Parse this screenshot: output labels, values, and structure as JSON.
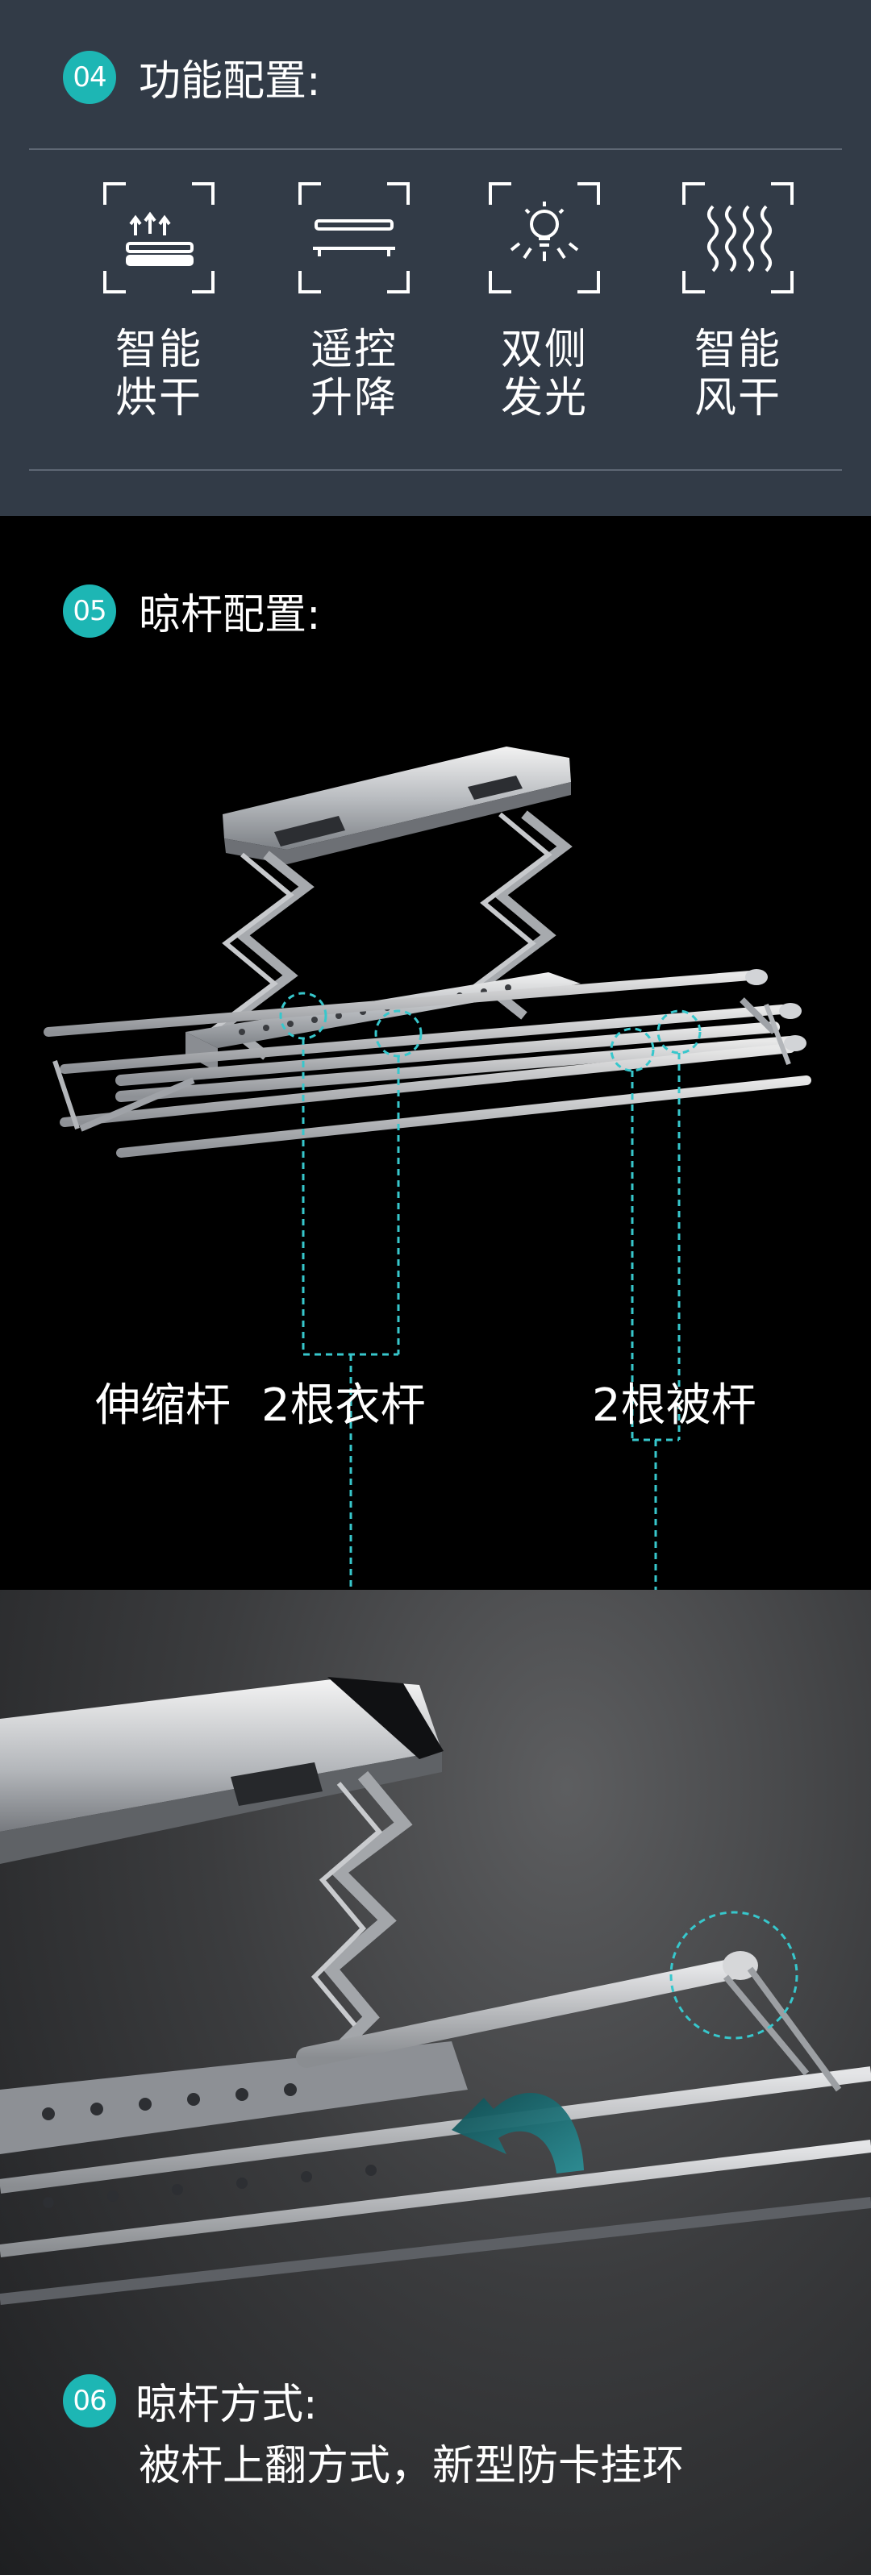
{
  "features": {
    "number": "04",
    "title": "功能配置:",
    "items": [
      {
        "line1": "智能",
        "line2": "烘干"
      },
      {
        "line1": "遥控",
        "line2": "升降"
      },
      {
        "line1": "双侧",
        "line2": "发光"
      },
      {
        "line1": "智能",
        "line2": "风干"
      }
    ]
  },
  "rods": {
    "number": "05",
    "title": "晾杆配置:",
    "labels": {
      "telescopic": "伸缩杆",
      "clothes_rods": "2根衣杆",
      "quilt_rods": "2根被杆"
    }
  },
  "method": {
    "number": "06",
    "title": "晾杆方式:",
    "subtitle": "被杆上翻方式，新型防卡挂环"
  },
  "colors": {
    "accent": "#1db6b4",
    "dark_panel": "#323b47"
  }
}
